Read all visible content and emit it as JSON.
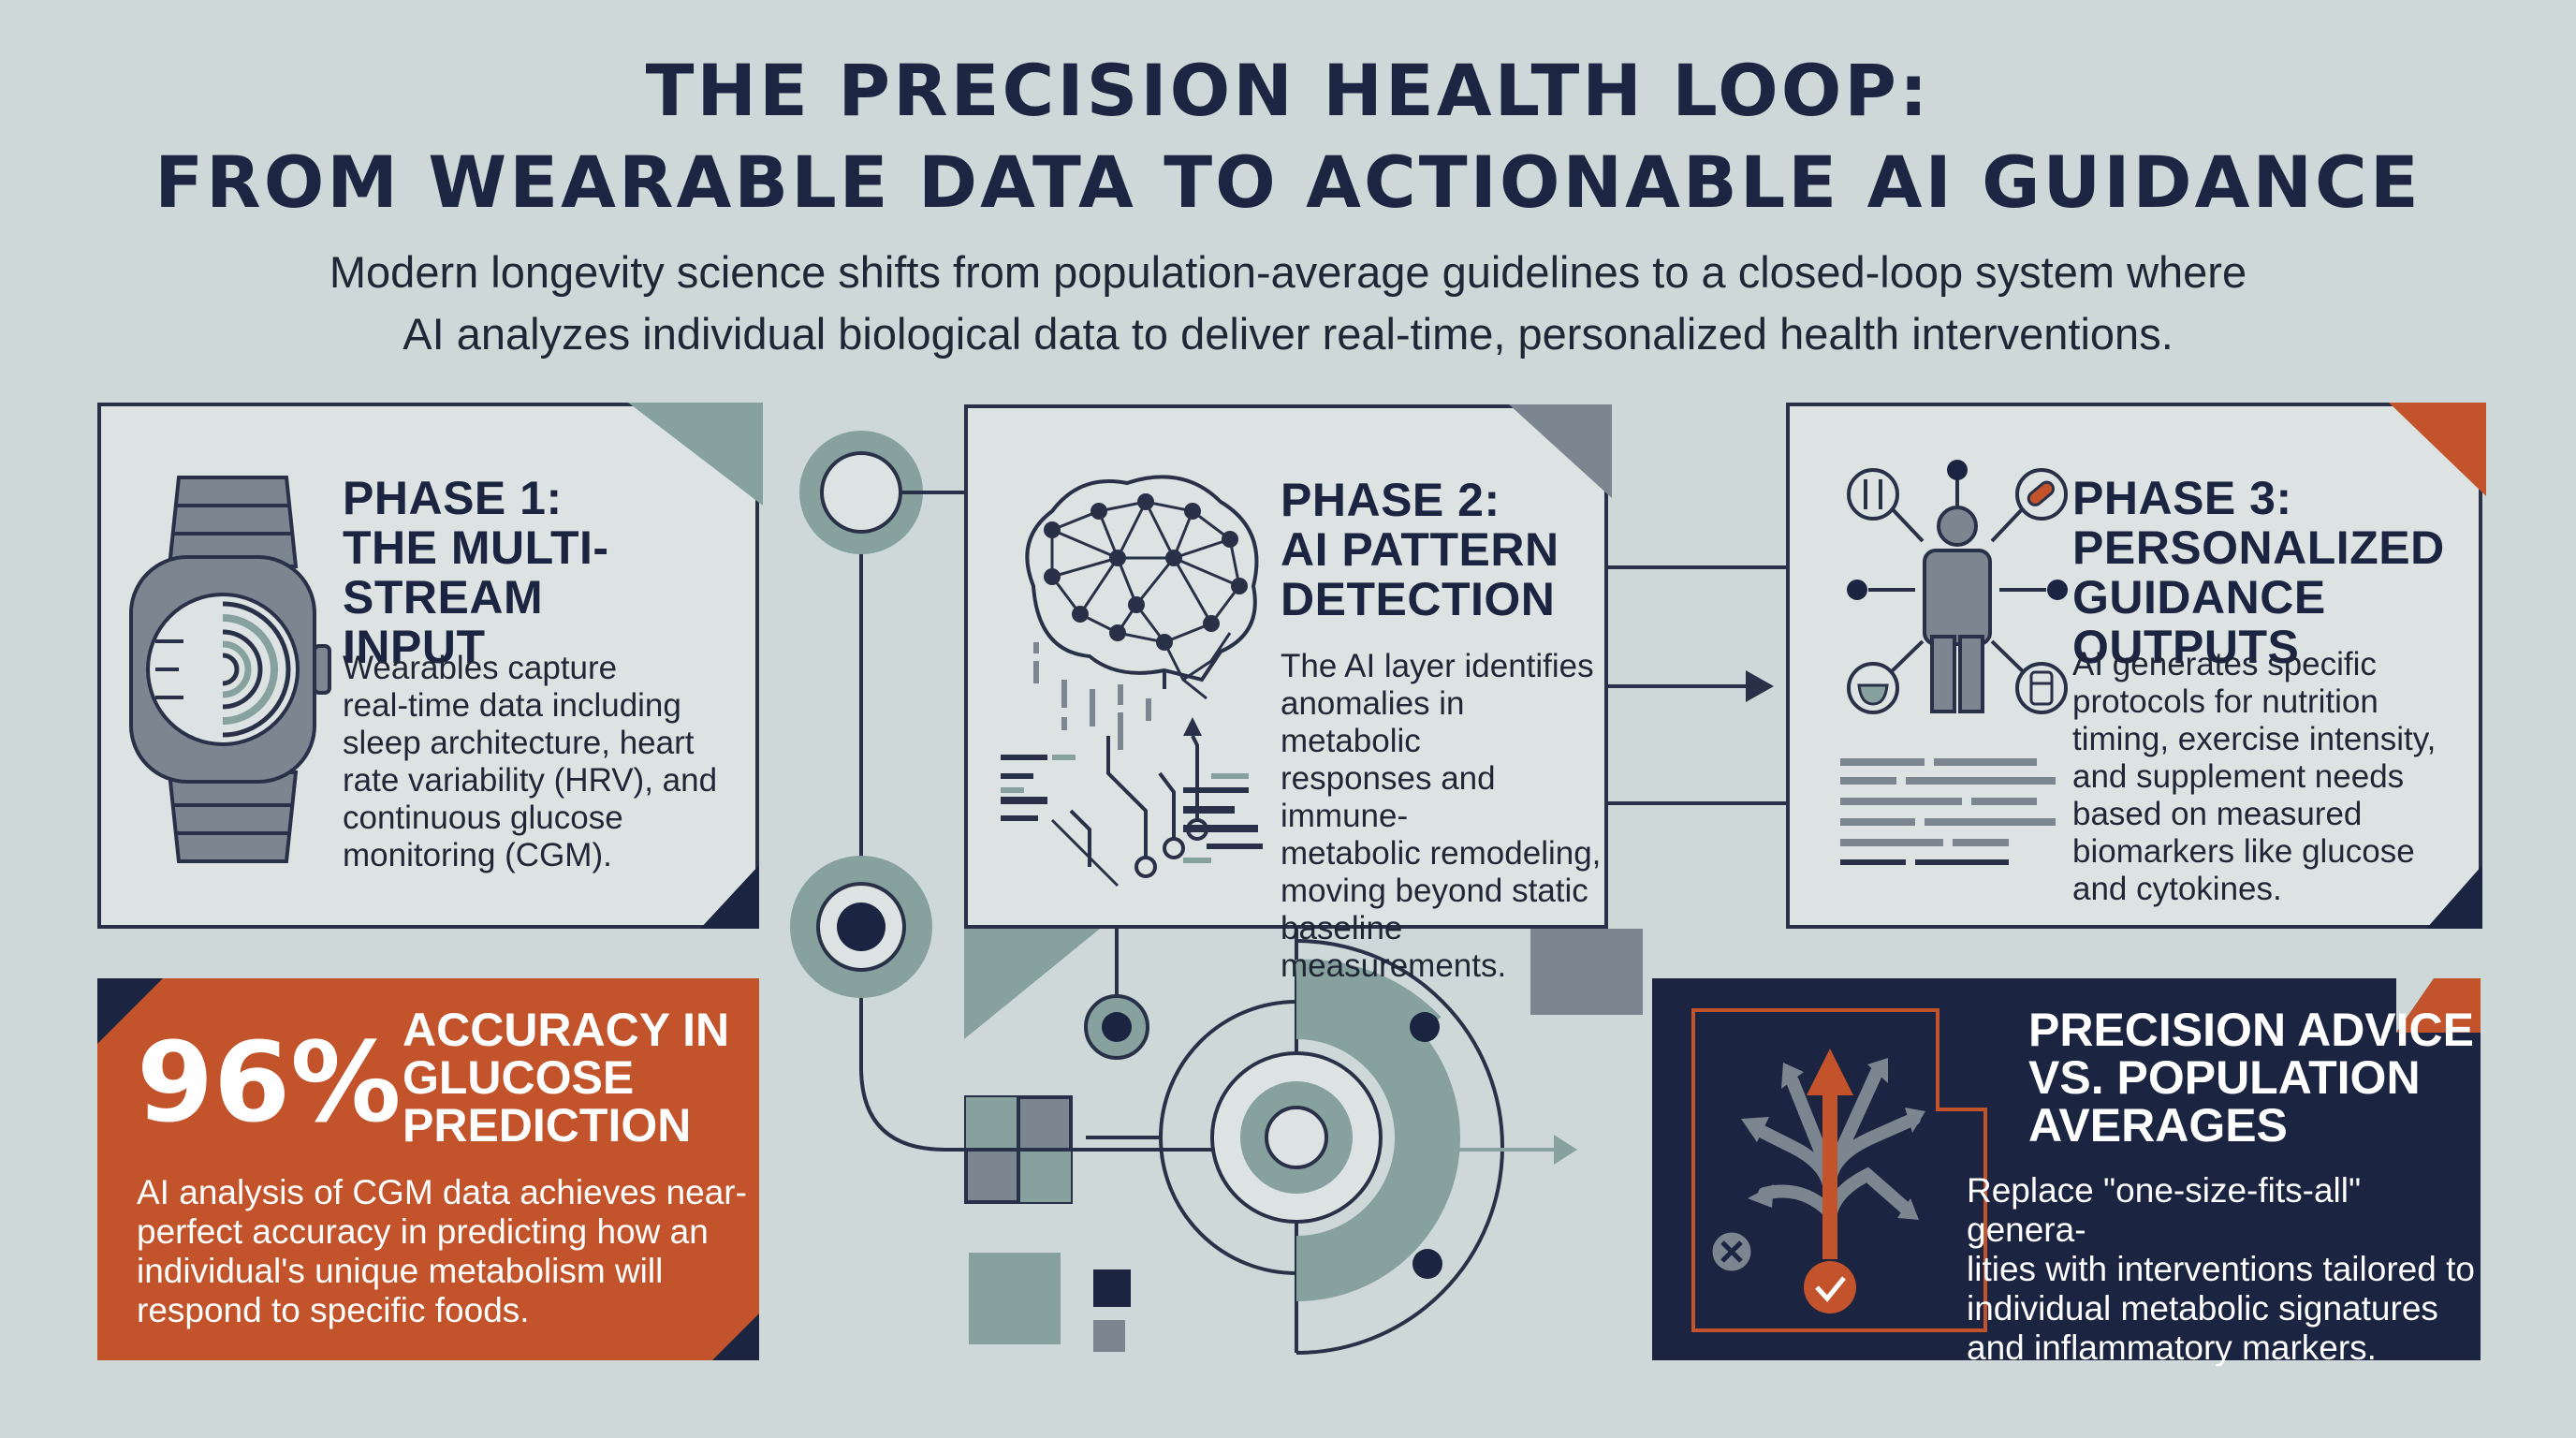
{
  "header": {
    "title_line1": "THE PRECISION HEALTH LOOP:",
    "title_line2": "FROM WEARABLE DATA TO ACTIONABLE AI GUIDANCE",
    "subtitle_line1": "Modern longevity science shifts from population-average guidelines to a closed-loop system where",
    "subtitle_line2": "AI analyzes individual biological data to deliver real-time, personalized health interventions."
  },
  "phase1": {
    "title_lines": [
      "PHASE 1:",
      "THE MULTI-STREAM",
      "INPUT"
    ],
    "body_lines": [
      "Wearables capture",
      "real-time data including",
      "sleep architecture, heart",
      "rate variability (HRV), and",
      "continuous glucose",
      "monitoring (CGM)."
    ],
    "icon": "smartwatch-icon"
  },
  "phase2": {
    "title_lines": [
      "PHASE 2:",
      "AI PATTERN",
      "DETECTION"
    ],
    "body_lines": [
      "The AI layer identifies",
      "anomalies in metabolic",
      "responses and immune-",
      "metabolic remodeling,",
      "moving beyond static",
      "baseline",
      "measurements."
    ],
    "icon": "neural-brain-icon"
  },
  "phase3": {
    "title_lines": [
      "PHASE 3:",
      "PERSONALIZED",
      "GUIDANCE OUTPUTS"
    ],
    "body_lines": [
      "AI generates specific",
      "protocols for nutrition",
      "timing, exercise intensity,",
      "and supplement needs",
      "based on measured",
      "biomarkers like glucose",
      "and cytokines."
    ],
    "icon": "person-hub-icon"
  },
  "stat": {
    "value": "96%",
    "label_lines": [
      "ACCURACY IN",
      "GLUCOSE",
      "PREDICTION"
    ],
    "body_lines": [
      "AI analysis of CGM data achieves near-",
      "perfect accuracy in predicting how an",
      "individual's unique metabolism will",
      "respond to specific foods."
    ]
  },
  "advice": {
    "title_lines": [
      "PRECISION ADVICE",
      "VS. POPULATION",
      "AVERAGES"
    ],
    "body_lines": [
      "Replace \"one-size-fits-all\" genera-",
      "lities with interventions tailored to",
      "individual metabolic signatures",
      "and inflammatory markers."
    ],
    "icon": "diverging-arrows-icon"
  },
  "colors": {
    "background": "#cfd8d8",
    "navy": "#1b2440",
    "orange": "#c2532a",
    "teal": "#7e9b98",
    "slate": "#7b8690"
  }
}
